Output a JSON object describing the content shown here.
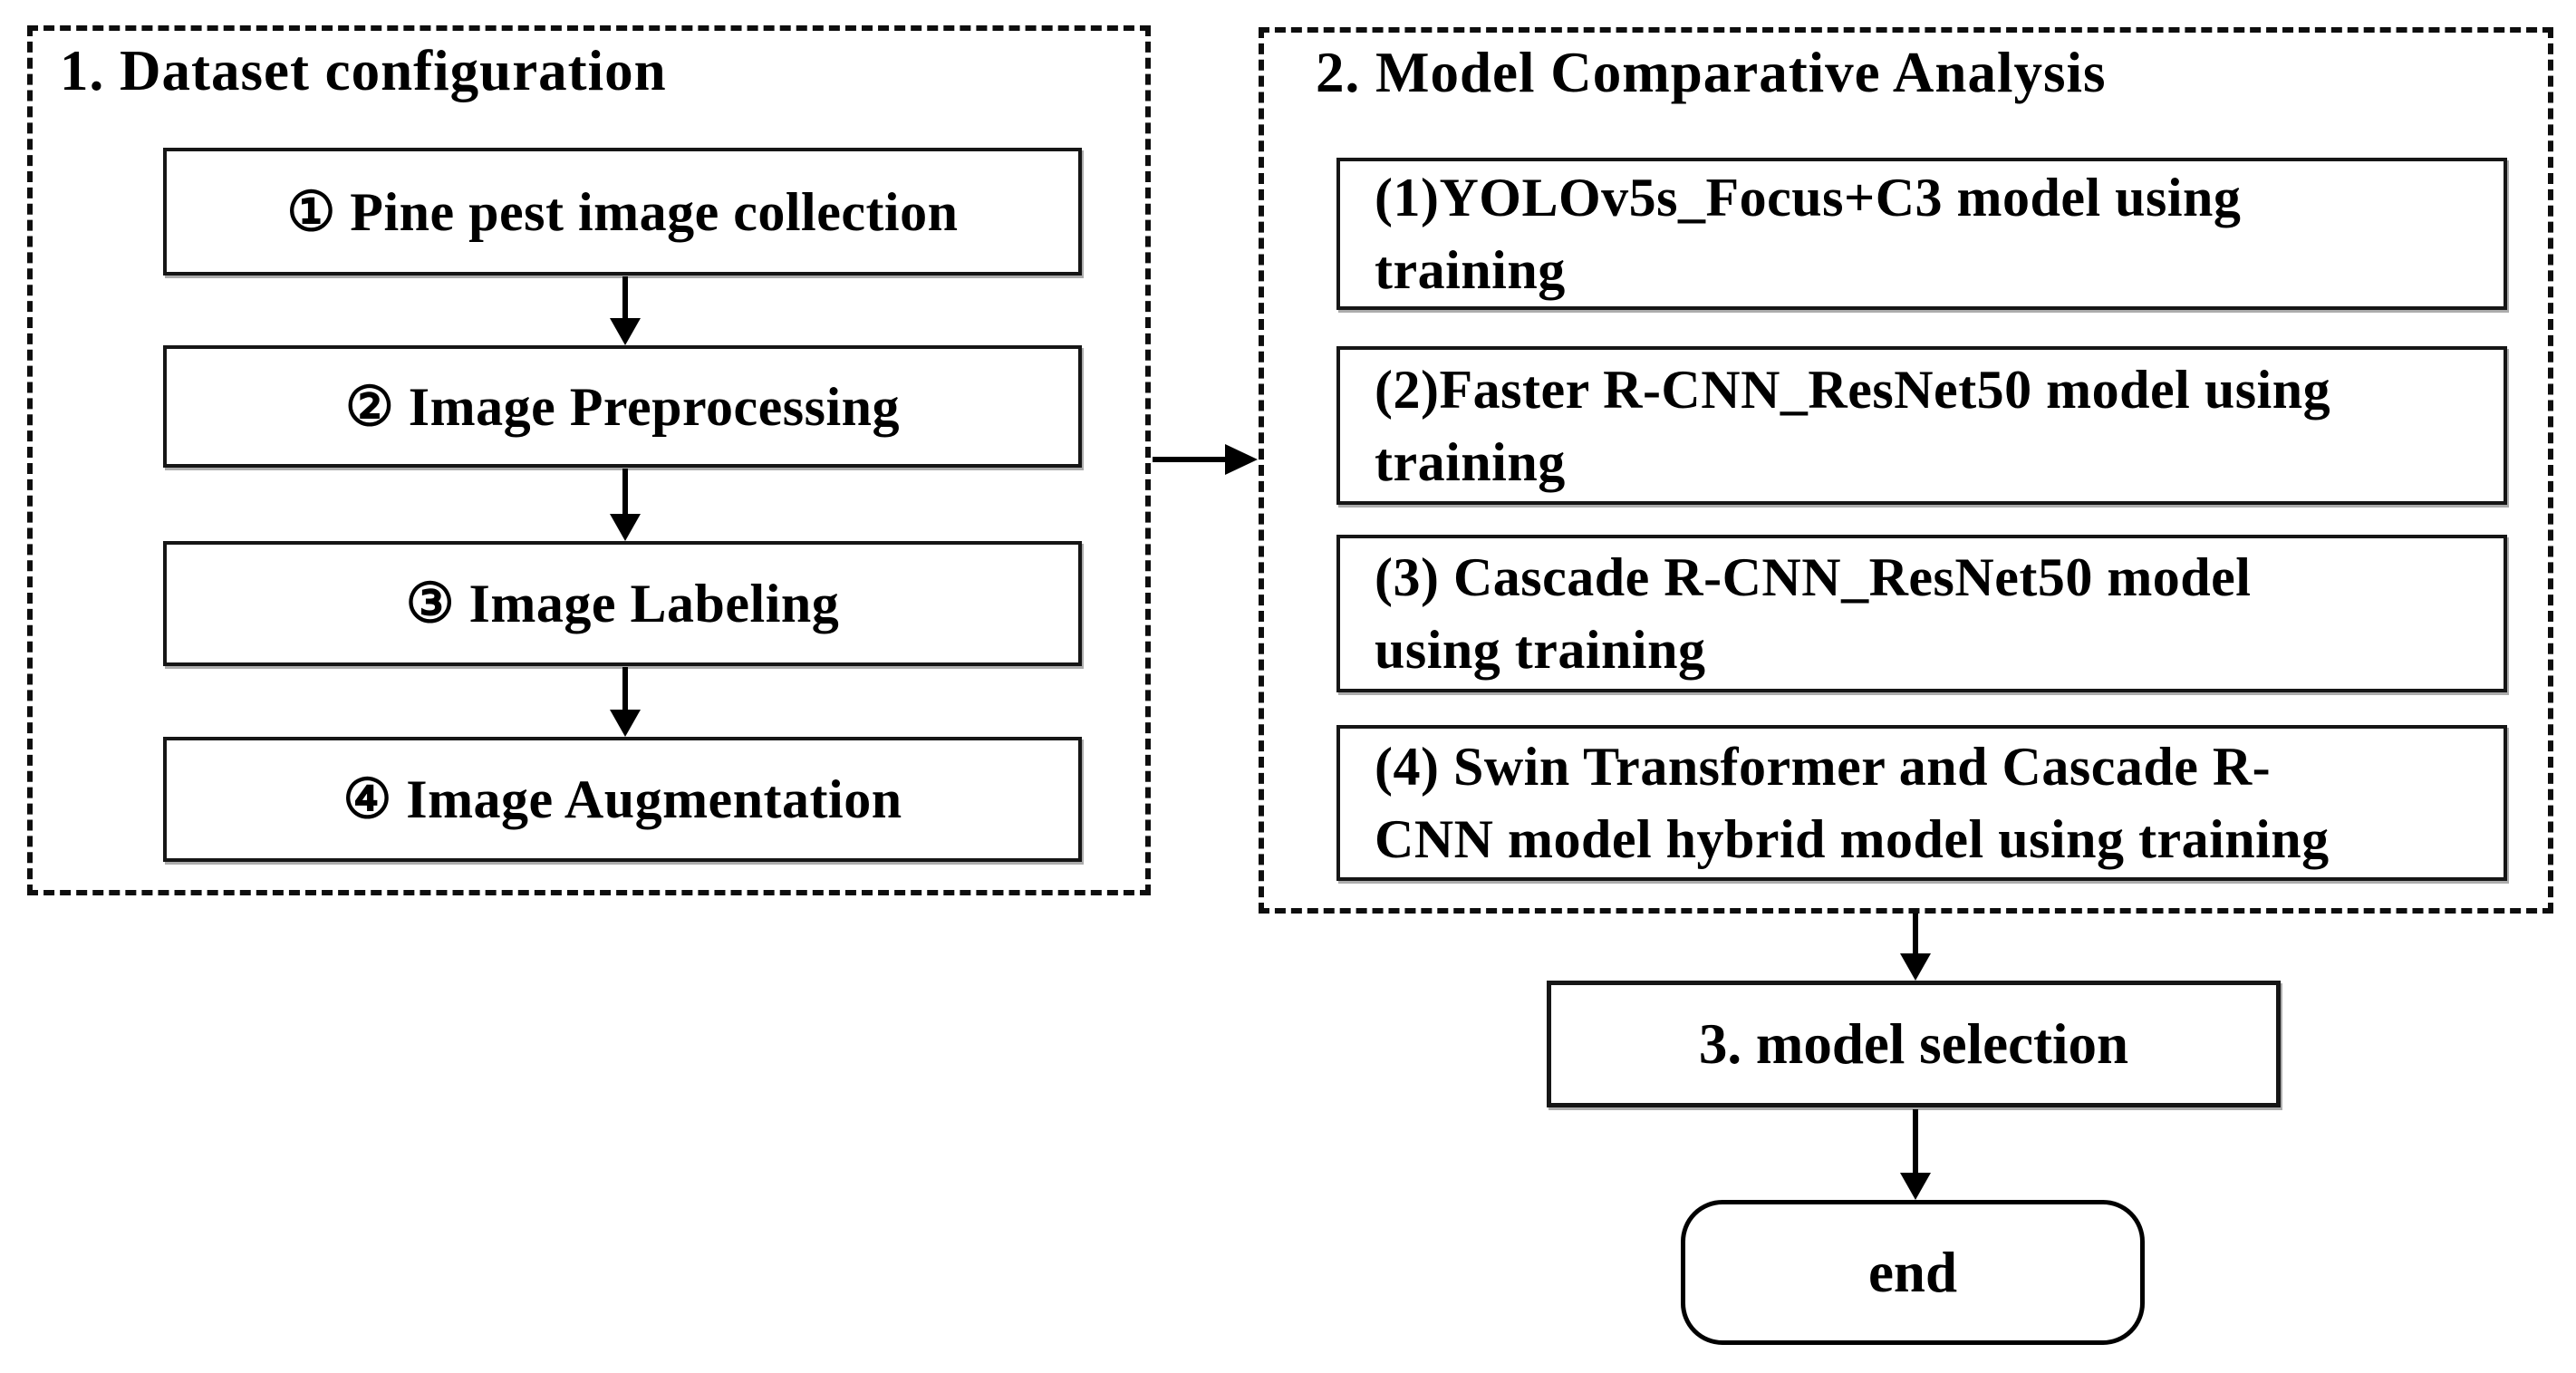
{
  "figure": {
    "background": "#ffffff",
    "ink": "#000000"
  },
  "left_panel": {
    "title": "1. Dataset configuration",
    "steps": [
      {
        "label": "① Pine pest image collection"
      },
      {
        "label": "② Image Preprocessing"
      },
      {
        "label": "③ Image Labeling"
      },
      {
        "label": "④ Image Augmentation"
      }
    ]
  },
  "right_panel": {
    "title": "2. Model Comparative Analysis",
    "steps": [
      {
        "label": "(1)YOLOv5s_Focus+C3 model  using\ntraining"
      },
      {
        "label": "(2)Faster R-CNN_ResNet50 model  using\ntraining"
      },
      {
        "label": "(3) Cascade R-CNN_ResNet50 model\nusing training"
      },
      {
        "label": "(4) Swin Transformer and Cascade R-\nCNN model hybrid model using training"
      }
    ]
  },
  "selection_box": {
    "label": "3. model selection"
  },
  "end_box": {
    "label": "end"
  }
}
